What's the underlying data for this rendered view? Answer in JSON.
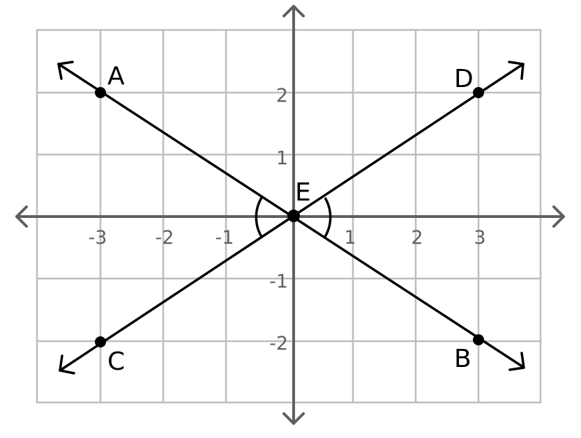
{
  "diagram": {
    "type": "coordinate-plane-intersecting-lines",
    "colors": {
      "grid": "#bdbdbd",
      "axis": "#5f5f5f",
      "line": "#000000",
      "tick_label": "#5f5f5f",
      "point_label": "#000000"
    },
    "axes": {
      "x_ticks": [
        {
          "value": -3,
          "label": "-3"
        },
        {
          "value": -2,
          "label": "-2"
        },
        {
          "value": -1,
          "label": "-1"
        },
        {
          "value": 1,
          "label": "1"
        },
        {
          "value": 2,
          "label": "2"
        },
        {
          "value": 3,
          "label": "3"
        }
      ],
      "y_ticks": [
        {
          "value": 2,
          "label": "2"
        },
        {
          "value": 1,
          "label": "1"
        },
        {
          "value": -1,
          "label": "-1"
        },
        {
          "value": -2,
          "label": "-2"
        }
      ],
      "grid_x_range": [
        -4,
        4
      ],
      "grid_y_range": [
        -3,
        3
      ]
    },
    "points": [
      {
        "name": "A",
        "label": "A",
        "x": -3,
        "y": 2
      },
      {
        "name": "B",
        "label": "B",
        "x": 3,
        "y": -2
      },
      {
        "name": "C",
        "label": "C",
        "x": -3,
        "y": -2
      },
      {
        "name": "D",
        "label": "D",
        "x": 3,
        "y": 2
      },
      {
        "name": "E",
        "label": "E",
        "x": 0,
        "y": 0
      }
    ],
    "lines": [
      {
        "name": "line-AB",
        "through": [
          "A",
          "E",
          "B"
        ]
      },
      {
        "name": "line-CD",
        "through": [
          "C",
          "E",
          "D"
        ]
      }
    ],
    "angle_marks": [
      {
        "name": "angle-AEC",
        "vertex": "E",
        "between": [
          "A",
          "C"
        ]
      },
      {
        "name": "angle-DEB",
        "vertex": "E",
        "between": [
          "D",
          "B"
        ]
      }
    ]
  }
}
